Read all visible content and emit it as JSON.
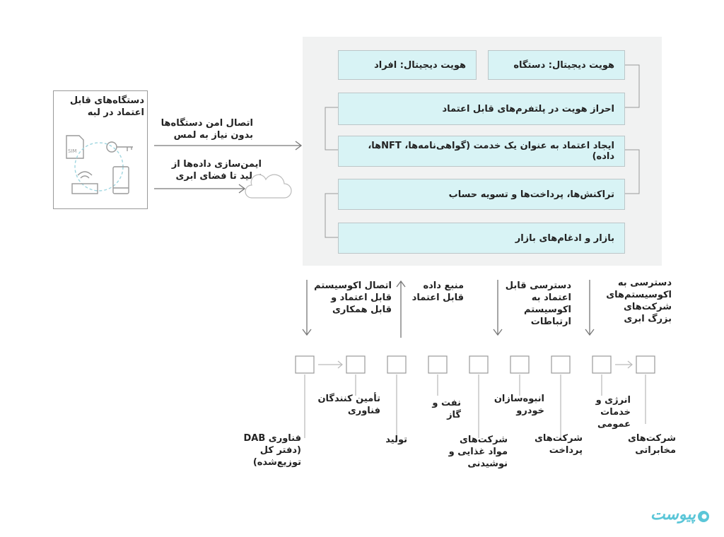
{
  "panel": {
    "boxes": [
      {
        "id": "device-identity",
        "text": "هویت دیجیتال: دستگاه"
      },
      {
        "id": "people-identity",
        "text": "هویت دیجیتال: افراد"
      },
      {
        "id": "platform-auth",
        "text": "احراز هویت در پلتفرم‌های قابل اعتماد"
      },
      {
        "id": "trust-service",
        "text": "ایجاد اعتماد به عنوان یک خدمت (گواهی‌نامه‌ها، NFTها، داده)"
      },
      {
        "id": "transactions",
        "text": "تراکنش‌ها، پرداخت‌ها و تسویه حساب"
      },
      {
        "id": "marketplace",
        "text": "بازار و ادغام‌های بازار"
      }
    ]
  },
  "devices": {
    "title": "دستگاه‌های قابل اعتماد در لبه",
    "sim_label": "SIM"
  },
  "arrows_left": {
    "secure_connection": "اتصال امن دستگاه‌ها بدون نیاز به لمس",
    "data_security": "ایمن‌سازی داده‌ها از تولید تا فضای ابری"
  },
  "vertical_labels": {
    "ecosystem_connect": "اتصال اکوسیستم قابل اعتماد و قابل همکاری",
    "trusted_data": "منبع داده قابل اعتماد",
    "telecom_access": "دسترسی قابل اعتماد به اکوسیستم ارتباطات",
    "cloud_access": "دسترسی به اکوسیستم‌های شرکت‌های بزرگ ابری"
  },
  "industries": [
    {
      "id": "dab",
      "text": "فناوری DAB (دفتر کل توزیع‌شده)"
    },
    {
      "id": "tech-providers",
      "text": "تأمین کنندگان فناوری"
    },
    {
      "id": "manufacturing",
      "text": "تولید"
    },
    {
      "id": "oil-gas",
      "text": "نفت و گاز"
    },
    {
      "id": "food",
      "text": "شرکت‌های مواد غذایی و نوشیدنی"
    },
    {
      "id": "automakers",
      "text": "انبوه‌سازان خودرو"
    },
    {
      "id": "payments",
      "text": "شرکت‌های پرداخت"
    },
    {
      "id": "energy",
      "text": "انرژی و خدمات عمومی"
    },
    {
      "id": "telecom",
      "text": "شرکت‌های مخابراتی"
    }
  ],
  "brand": {
    "name": "پیوست"
  },
  "colors": {
    "box_fill": "#d8f3f5",
    "panel": "#f1f2f2",
    "brand": "#5bc6d8"
  }
}
